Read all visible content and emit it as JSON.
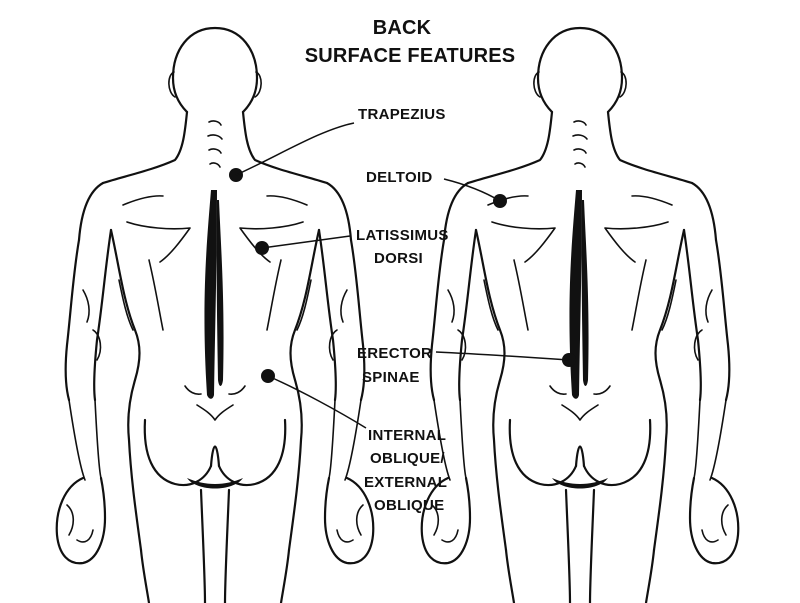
{
  "title": {
    "line1": "BACK",
    "line2": "SURFACE FEATURES"
  },
  "labels": {
    "trapezius": [
      "TRAPEZIUS"
    ],
    "deltoid": [
      "DELTOID"
    ],
    "latissimus": [
      "LATISSIMUS",
      "DORSI"
    ],
    "erector": [
      "ERECTOR",
      "SPINAE"
    ],
    "obliques": [
      "INTERNAL",
      "OBLIQUE/",
      "EXTERNAL",
      "OBLIQUE"
    ]
  },
  "colors": {
    "ink": "#111111",
    "background": "#ffffff"
  }
}
